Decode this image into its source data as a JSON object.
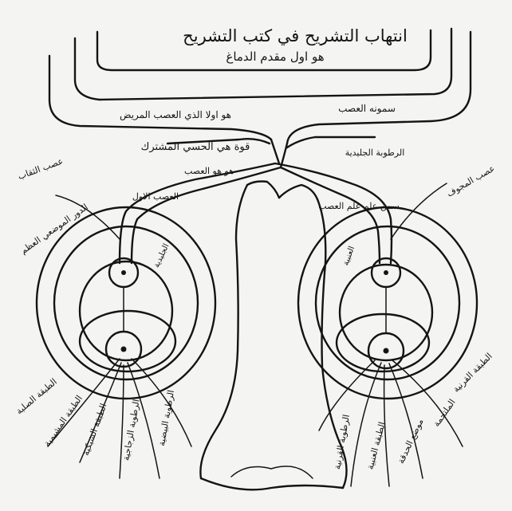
{
  "manuscript": {
    "title": "انتهاب التشريح في كتب التشريح",
    "subtitle": "هو اول مقدم الدماغ",
    "ink_color": "#141414",
    "paper_color": "#f4f4f2",
    "annotations": {
      "upper_left": "هو اولا الذي العصب المريض",
      "upper_right": "سمونه العصب",
      "middle": "قوة هي الحسي المشترك",
      "center_small": "هو هو العصب",
      "stem_left": "العصب الاول",
      "stem_right": "سمن علم علم العصب",
      "left_side_1": "عصب الثقاب",
      "left_side_2": "الدور الموضعي العظم",
      "right_side_1": "الرطوبة الجليدية",
      "right_side_2": "عصب المجوف",
      "left_lower_1": "الطبقة الصلبة",
      "left_lower_2": "الطبقة المشيمية",
      "left_lower_3": "الطبقة الشبكية",
      "left_lower_4": "الرطوبة الزجاجية",
      "left_lower_5": "الرطوبة البيضية",
      "right_lower_1": "الرطوبة القرنية",
      "right_lower_2": "الطبقة العنبية",
      "right_lower_3": "موضع الحدقة",
      "right_lower_4": "الملتحمة",
      "right_lower_5": "الطبقة القرنية",
      "left_eye_inner": "الجليدية",
      "right_eye_inner": "العنبية"
    }
  }
}
